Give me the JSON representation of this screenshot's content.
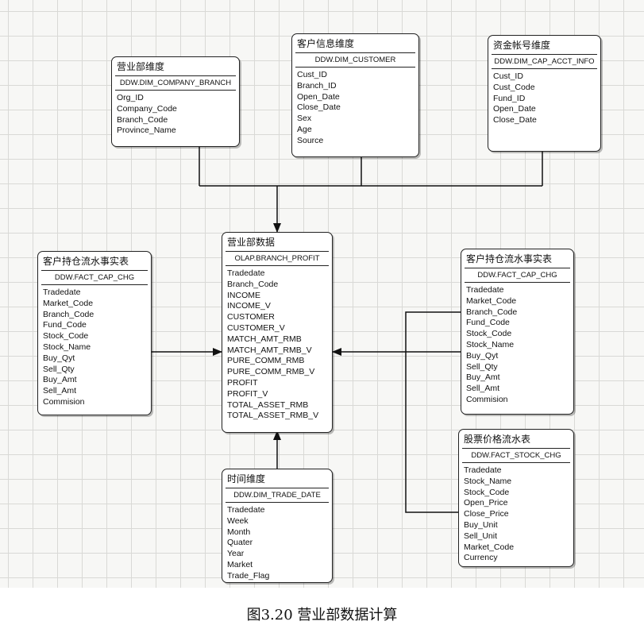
{
  "tables": {
    "company_branch": {
      "title": "营业部维度",
      "name": "DDW.DIM_COMPANY_BRANCH",
      "fields": [
        "Org_ID",
        "Company_Code",
        "Branch_Code",
        "Province_Name"
      ]
    },
    "customer": {
      "title": "客户信息维度",
      "name": "DDW.DIM_CUSTOMER",
      "fields": [
        "Cust_ID",
        "Branch_ID",
        "Open_Date",
        "Close_Date",
        "Sex",
        "Age",
        "Source"
      ]
    },
    "cap_acct": {
      "title": "资金帐号维度",
      "name": "DDW.DIM_CAP_ACCT_INFO",
      "fields": [
        "Cust_ID",
        "Cust_Code",
        "Fund_ID",
        "Open_Date",
        "Close_Date"
      ]
    },
    "branch_profit": {
      "title": "营业部数据",
      "name": "OLAP.BRANCH_PROFIT",
      "fields": [
        "Tradedate",
        "Branch_Code",
        "INCOME",
        "INCOME_V",
        "CUSTOMER",
        "CUSTOMER_V",
        "MATCH_AMT_RMB",
        "MATCH_AMT_RMB_V",
        "PURE_COMM_RMB",
        "PURE_COMM_RMB_V",
        "PROFIT",
        "PROFIT_V",
        "TOTAL_ASSET_RMB",
        "TOTAL_ASSET_RMB_V"
      ]
    },
    "fact_cap_left": {
      "title": "客户持仓流水事实表",
      "name": "DDW.FACT_CAP_CHG",
      "fields": [
        "Tradedate",
        "Market_Code",
        "Branch_Code",
        "Fund_Code",
        "Stock_Code",
        "Stock_Name",
        "Buy_Qyt",
        "Sell_Qty",
        "Buy_Amt",
        "Sell_Amt",
        "Commision"
      ]
    },
    "fact_cap_right": {
      "title": "客户持仓流水事实表",
      "name": "DDW.FACT_CAP_CHG",
      "fields": [
        "Tradedate",
        "Market_Code",
        "Branch_Code",
        "Fund_Code",
        "Stock_Code",
        "Stock_Name",
        "Buy_Qyt",
        "Sell_Qty",
        "Buy_Amt",
        "Sell_Amt",
        "Commision"
      ]
    },
    "trade_date": {
      "title": "时间维度",
      "name": "DDW.DIM_TRADE_DATE",
      "fields": [
        "Tradedate",
        "Week",
        "Month",
        "Quater",
        "Year",
        "Market",
        "Trade_Flag"
      ]
    },
    "stock_chg": {
      "title": "股票价格流水表",
      "name": "DDW.FACT_STOCK_CHG",
      "fields": [
        "Tradedate",
        "Stock_Name",
        "Stock_Code",
        "Open_Price",
        "Close_Price",
        "Buy_Unit",
        "Sell_Unit",
        "Market_Code",
        "Currency"
      ]
    }
  },
  "caption": "图3.20  营业部数据计算"
}
